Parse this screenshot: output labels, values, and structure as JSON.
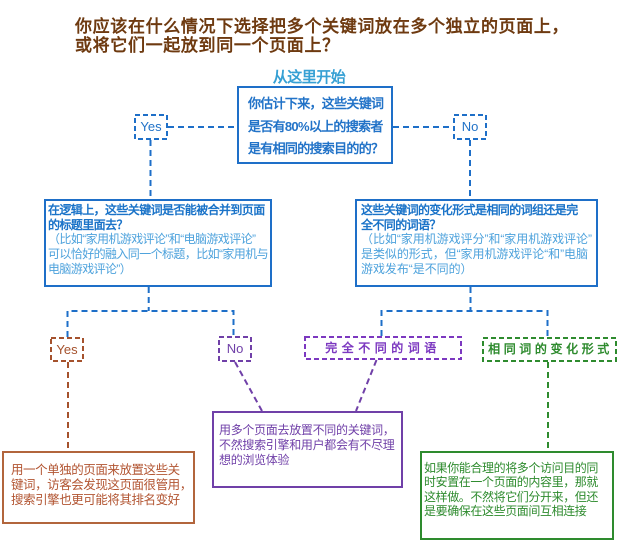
{
  "title": "你应该在什么情况下选择把多个关键词放在多个独立的页面上，\n或将它们一起放到同一个页面上？",
  "start_label": "从这里开始",
  "colors": {
    "blue": "#1e6fc8",
    "blue_text": "#2273c8",
    "blue_light": "#4da2dc",
    "cyan": "#36a0d4",
    "brown": "#6e3a10",
    "sienna": "#a5522d",
    "red_text": "#b25532",
    "purple": "#7040a8",
    "purple_label": "#7c38c0",
    "green": "#2e8b2e"
  },
  "nodes": {
    "q_intent": {
      "text": "你估计下来，这些关键词\n是否有80%以上的搜索者\n是有相同的搜索目的的？"
    },
    "yes_top": {
      "label": "Yes"
    },
    "no_top": {
      "label": "No"
    },
    "q_merge": {
      "question": "在逻辑上，这些关键词是否能被合并到页面\n的标题里面去？",
      "example": "（比如“家用机游戏评论”和“电脑游戏评论”\n可以恰好的融入同一个标题，比如“家用机与\n电脑游戏评论”）"
    },
    "q_variation": {
      "question": "这些关键词的变化形式是相同的词组还是完\n全不同的词语？",
      "example": "（比如“家用机游戏评分”和“家用机游戏评论”\n是类似的形式，但“家用机游戏评论“和”电脑\n游戏发布“是不同的）"
    },
    "yes_bottom": {
      "label": "Yes"
    },
    "no_bottom": {
      "label": "No"
    },
    "label_different": {
      "label": "完全不同的词语"
    },
    "label_same_variation": {
      "label": "相同词的变化形式"
    },
    "outcome_multi_page": {
      "text": "用多个页面去放置不同的关键词，\n不然搜索引擎和用户都会有不尽理\n想的浏览体验"
    },
    "outcome_single_page": {
      "text": "用一个单独的页面来放置这些关\n键词，访客会发现这页面很管用，\n搜索引擎也更可能将其排名变好"
    },
    "outcome_combine": {
      "text": "如果你能合理的将多个访问目的同\n时安置在一个页面的内容里，那就\n这样做。不然将它们分开来，但还\n是要确保在这些页面间互相连接"
    }
  }
}
